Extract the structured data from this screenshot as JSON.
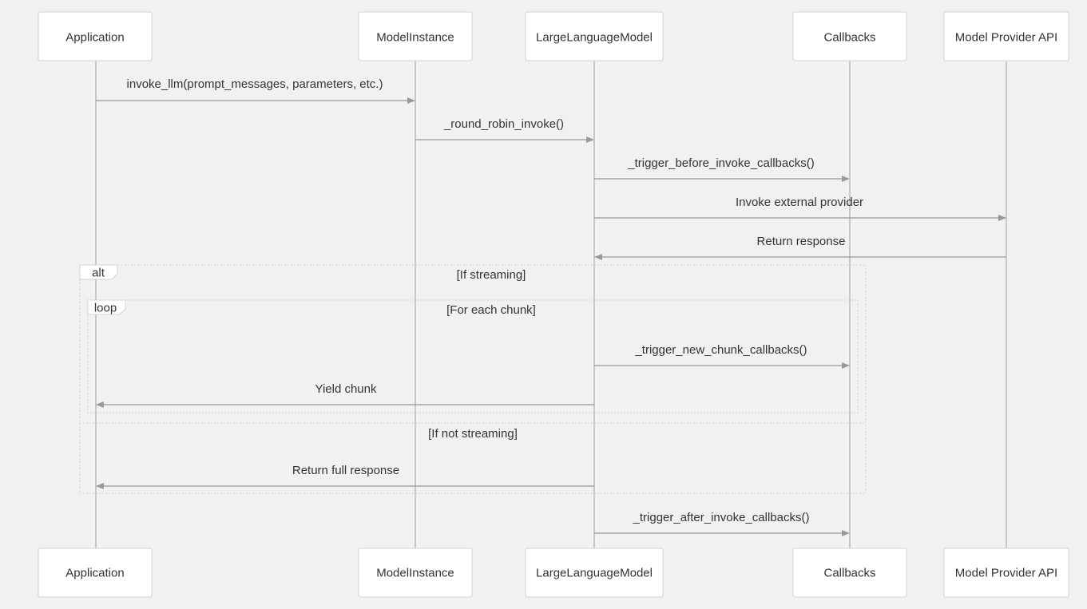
{
  "participants": [
    {
      "id": "app",
      "label": "Application"
    },
    {
      "id": "mi",
      "label": "ModelInstance"
    },
    {
      "id": "llm",
      "label": "LargeLanguageModel"
    },
    {
      "id": "cb",
      "label": "Callbacks"
    },
    {
      "id": "api",
      "label": "Model Provider API"
    }
  ],
  "messages": [
    {
      "from": "app",
      "to": "mi",
      "label": "invoke_llm(prompt_messages, parameters, etc.)"
    },
    {
      "from": "mi",
      "to": "llm",
      "label": "_round_robin_invoke()"
    },
    {
      "from": "llm",
      "to": "cb",
      "label": "_trigger_before_invoke_callbacks()"
    },
    {
      "from": "llm",
      "to": "api",
      "label": "Invoke external provider"
    },
    {
      "from": "api",
      "to": "llm",
      "label": "Return response"
    },
    {
      "from": "llm",
      "to": "cb",
      "label": "_trigger_new_chunk_callbacks()"
    },
    {
      "from": "llm",
      "to": "app",
      "label": "Yield chunk"
    },
    {
      "from": "llm",
      "to": "app",
      "label": "Return full response"
    },
    {
      "from": "llm",
      "to": "cb",
      "label": "_trigger_after_invoke_callbacks()"
    }
  ],
  "fragments": {
    "alt": {
      "label": "alt",
      "condition": "[If streaming]",
      "else_condition": "[If not streaming]"
    },
    "loop": {
      "label": "loop",
      "condition": "[For each chunk]"
    }
  }
}
